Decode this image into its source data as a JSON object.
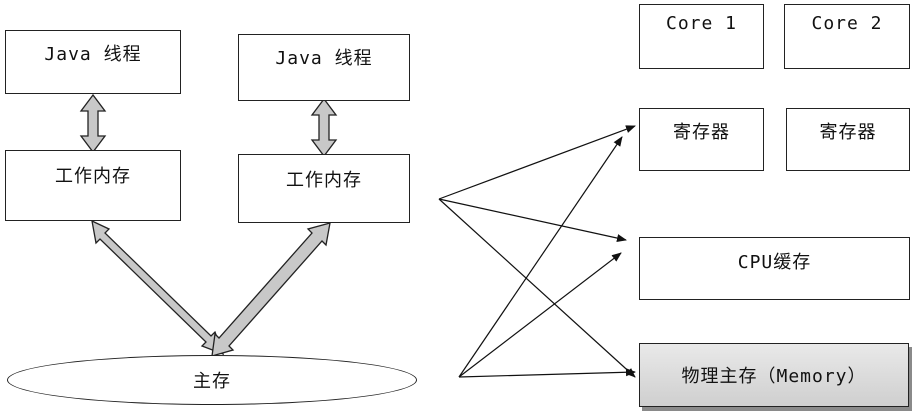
{
  "diagram": {
    "left": {
      "java_thread_1": "Java 线程",
      "java_thread_2": "Java 线程",
      "working_memory_1": "工作内存",
      "working_memory_2": "工作内存",
      "main_memory": "主存"
    },
    "right": {
      "core_1": "Core 1",
      "core_2": "Core 2",
      "register_1": "寄存器",
      "register_2": "寄存器",
      "cpu_cache": "CPU缓存",
      "physical_memory": "物理主存（Memory）"
    }
  },
  "colors": {
    "stroke": "#222222",
    "arrow_fill": "#c8c8c8",
    "memory_fill": "#d8d8d8",
    "shadow": "#8a8a8a"
  }
}
